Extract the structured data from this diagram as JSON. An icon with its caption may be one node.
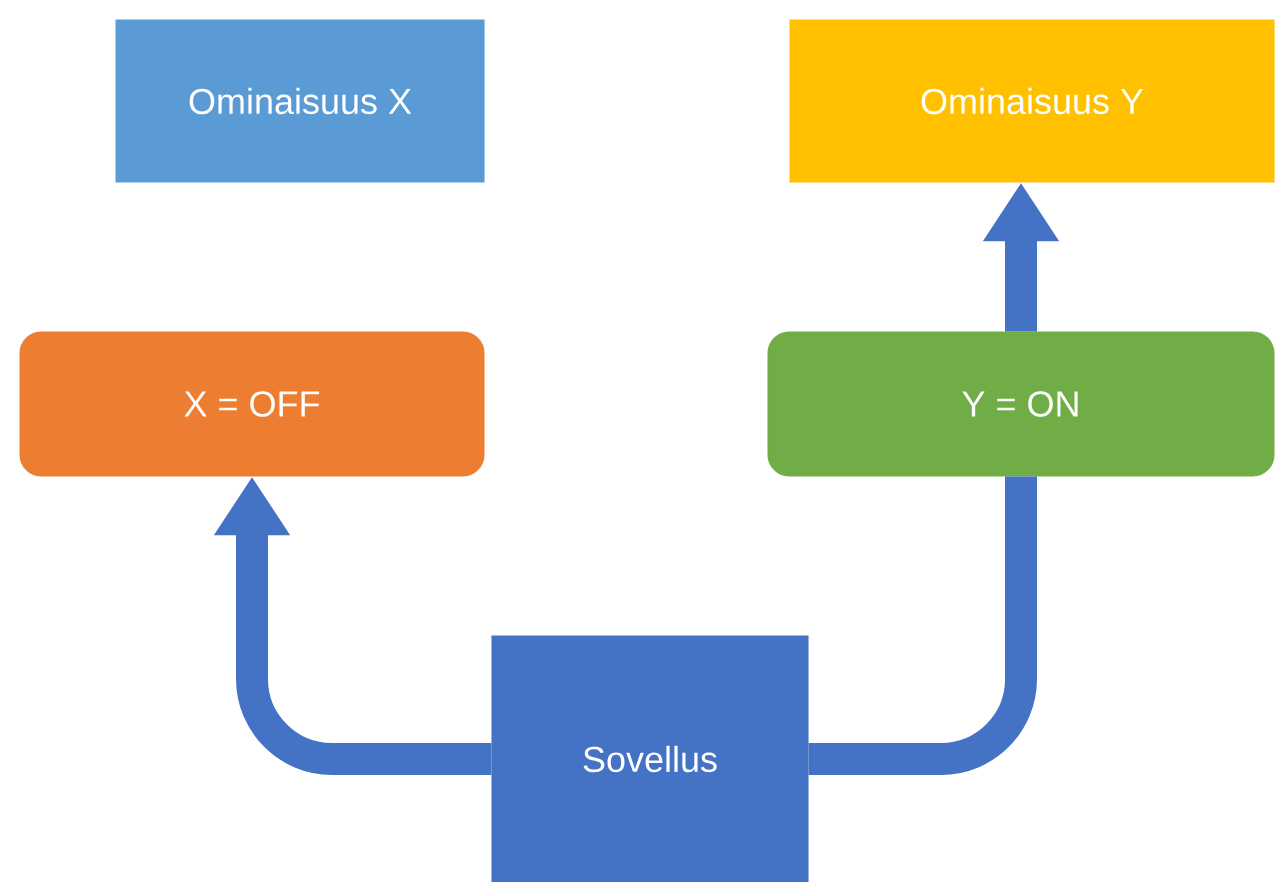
{
  "diagram": {
    "nodes": [
      {
        "text": [
          "Ominaisuus X"
        ]
      },
      {
        "text": [
          "Ominaisuus Y"
        ]
      },
      {
        "text": [
          "X = OFF"
        ]
      },
      {
        "text": [
          "Y = ON"
        ]
      },
      {
        "text": [
          "Sovellus"
        ]
      }
    ],
    "edges": [
      {
        "from": 4,
        "to": 2,
        "arrow": "to"
      },
      {
        "from": 4,
        "to": 3,
        "arrow": "none"
      },
      {
        "from": 3,
        "to": 1,
        "arrow": "to"
      }
    ]
  }
}
